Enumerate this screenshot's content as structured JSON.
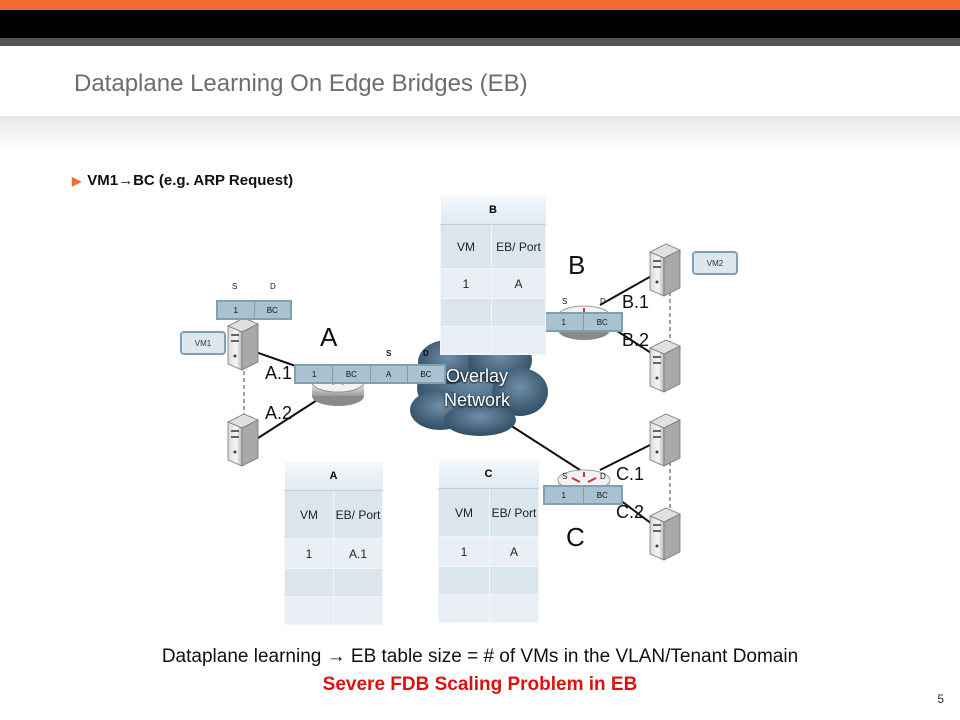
{
  "slide": {
    "title": "Dataplane Learning On Edge Bridges (EB)",
    "bullet": "VM1",
    "bullet_rest": "BC (e.g. ARP Request)",
    "page_number": "5"
  },
  "network": {
    "overlay_label_1": "Overlay",
    "overlay_label_2": "Network",
    "bridge_a": "A",
    "bridge_b": "B",
    "bridge_c": "C",
    "ports": {
      "a1": "A.1",
      "a2": "A.2",
      "b1": "B.1",
      "b2": "B.2",
      "c1": "C.1",
      "c2": "C.2"
    },
    "vm1": "VM1",
    "vm2": "VM2"
  },
  "frames": {
    "s": "S",
    "d": "D",
    "vm_frame": [
      "1",
      "BC"
    ],
    "outer_frame": [
      "1",
      "BC",
      "A",
      "BC"
    ],
    "b_frame": [
      "1",
      "BC"
    ],
    "c_frame": [
      "1",
      "BC"
    ]
  },
  "tables": {
    "b": {
      "name": "B",
      "col1": "VM",
      "col2": "EB/ Port",
      "row1": [
        "1",
        "A"
      ]
    },
    "a": {
      "name": "A",
      "col1": "VM",
      "col2": "EB/ Port",
      "row1": [
        "1",
        "A.1"
      ]
    },
    "c": {
      "name": "C",
      "col1": "VM",
      "col2": "EB/ Port",
      "row1": [
        "1",
        "A"
      ]
    }
  },
  "footer": {
    "line1": "Dataplane learning",
    "line1_rest": "EB table size = # of VMs in the VLAN/Tenant Domain",
    "line2": "Severe FDB Scaling Problem in EB"
  },
  "colors": {
    "accent": "#f26a2f",
    "alert": "#dd1111",
    "table": "#dbe5ec"
  }
}
